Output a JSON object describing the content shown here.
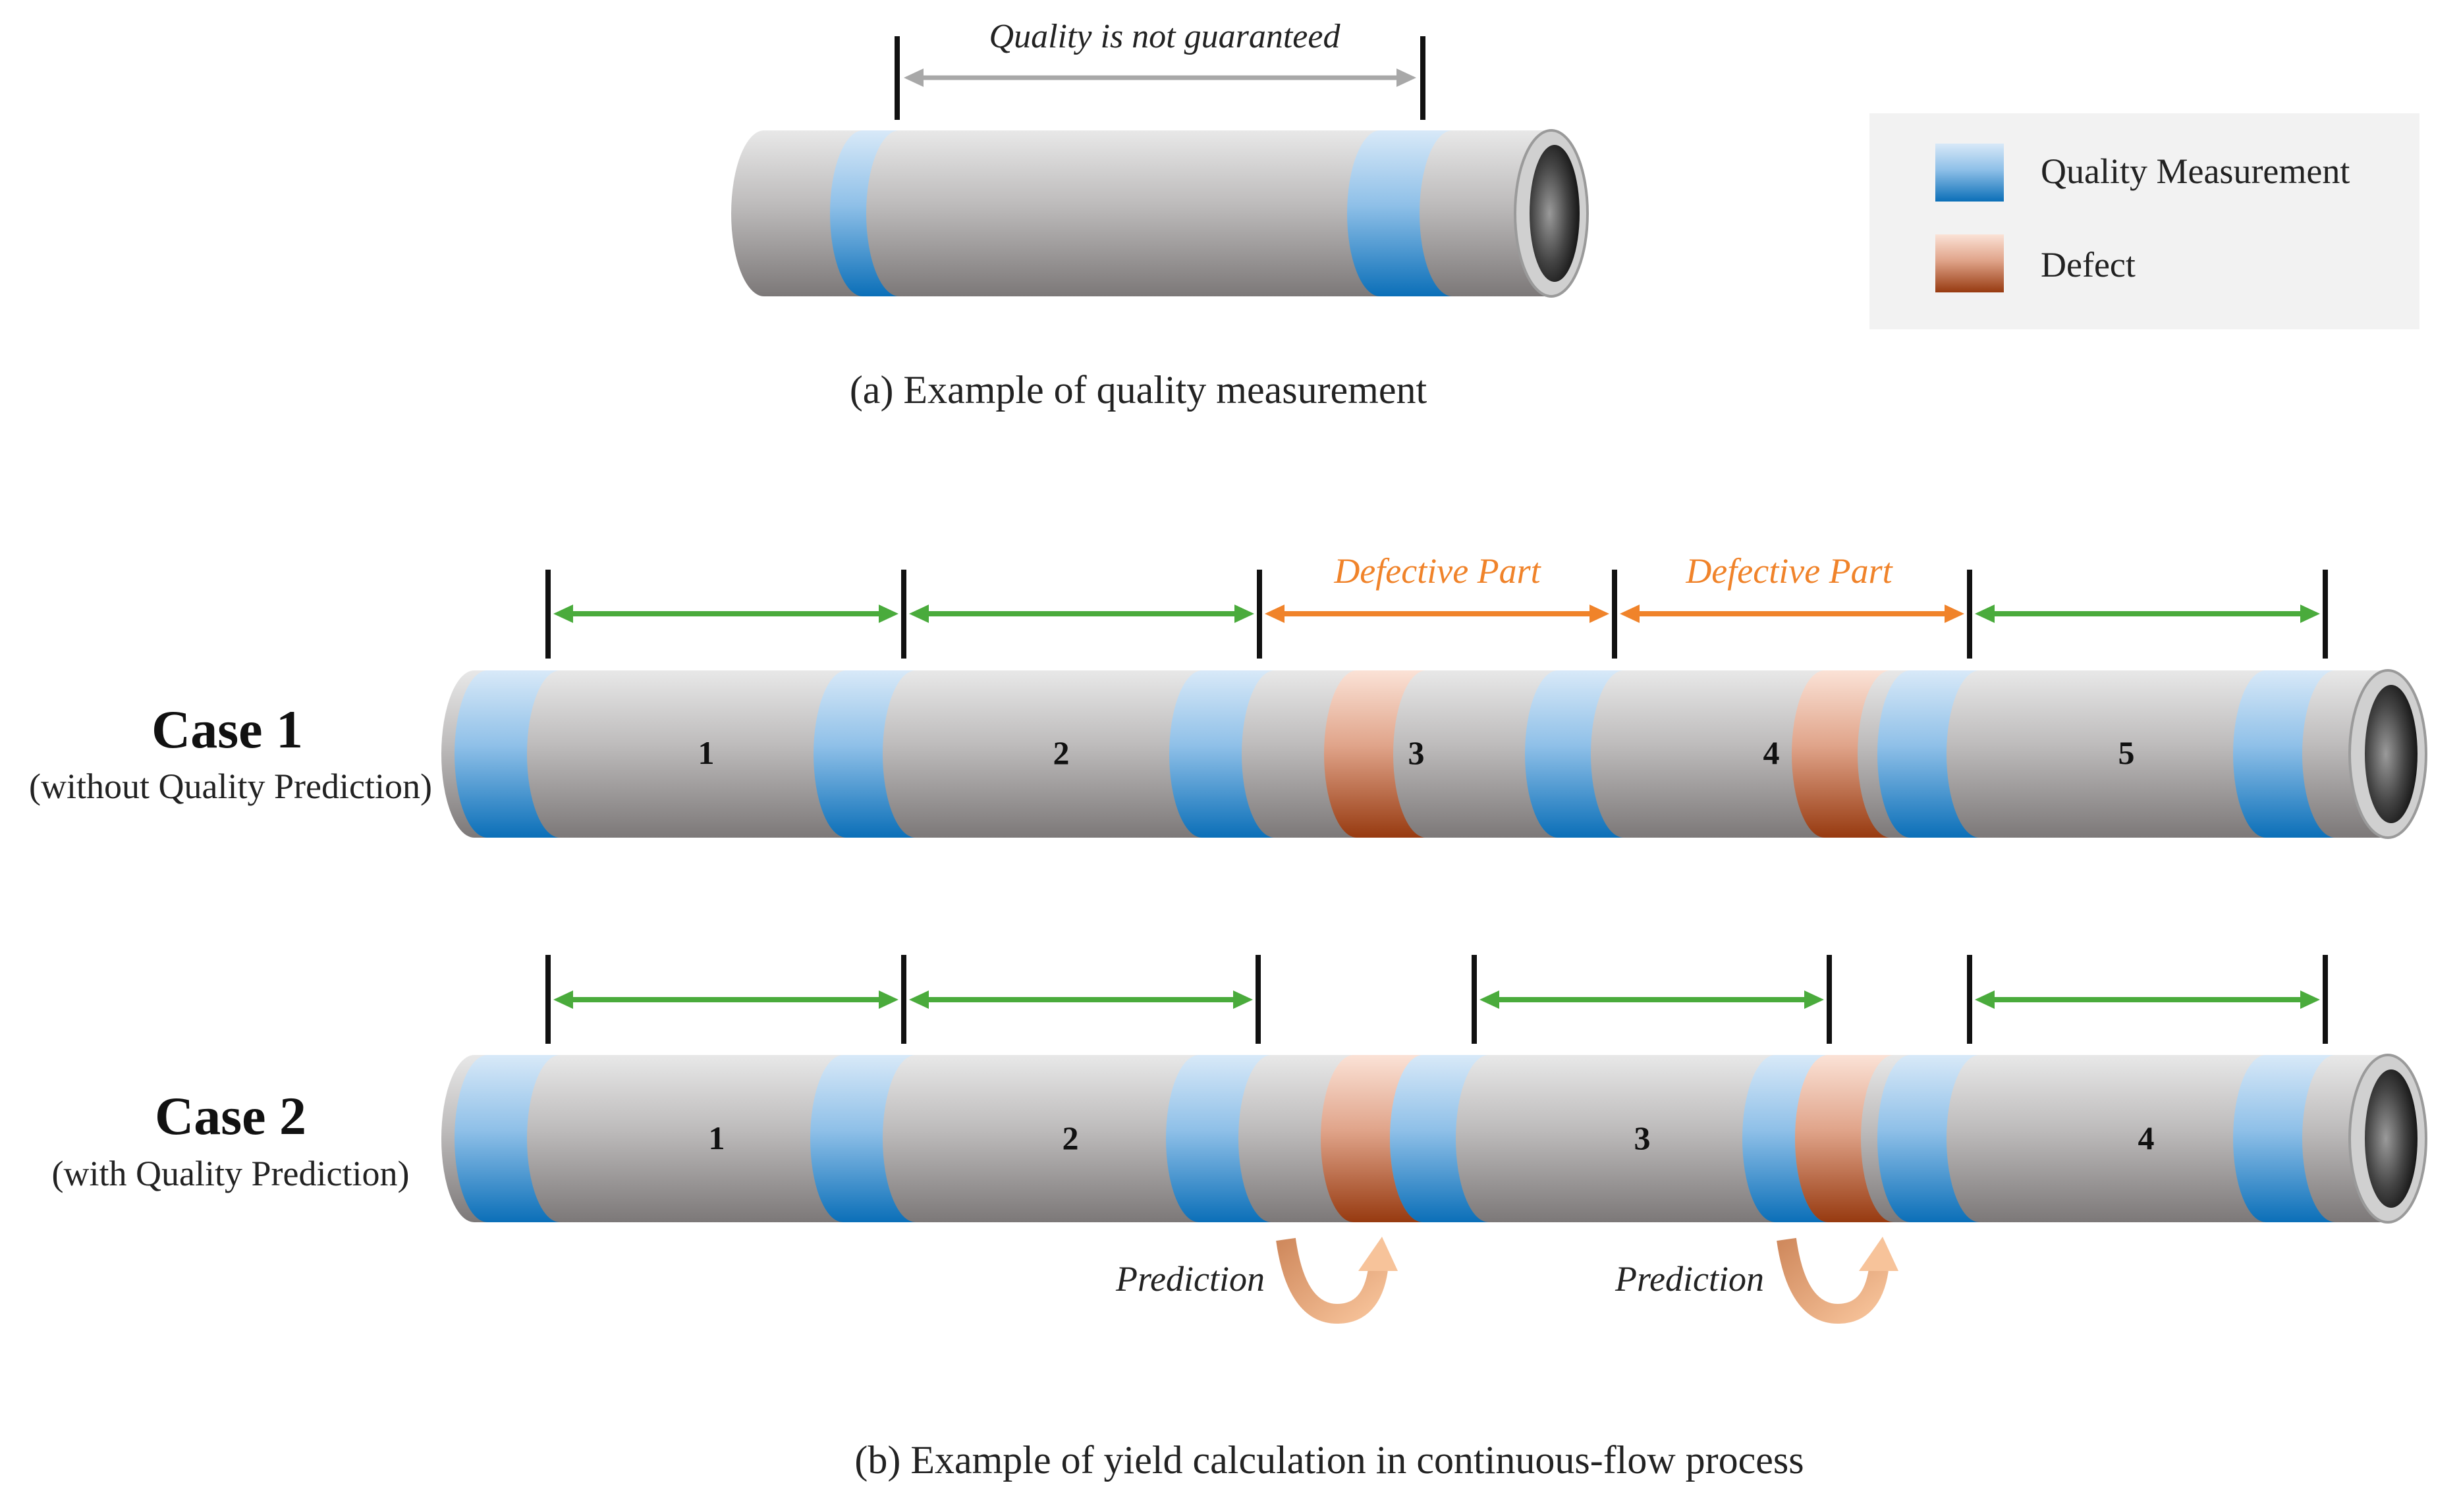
{
  "panel_a": {
    "annotation": "Quality is not guaranteed",
    "caption": "(a) Example of quality measurement"
  },
  "legend": {
    "items": [
      {
        "label": "Quality Measurement",
        "swatch": "quality-measurement"
      },
      {
        "label": "Defect",
        "swatch": "defect"
      }
    ]
  },
  "case1": {
    "title": "Case 1",
    "subtitle": "(without Quality Prediction)",
    "segments": [
      {
        "label": "1",
        "status": "good"
      },
      {
        "label": "2",
        "status": "good"
      },
      {
        "label": "3",
        "status": "defective",
        "annotation": "Defective Part"
      },
      {
        "label": "4",
        "status": "defective",
        "annotation": "Defective Part"
      },
      {
        "label": "5",
        "status": "good"
      }
    ]
  },
  "case2": {
    "title": "Case 2",
    "subtitle": "(with Quality Prediction)",
    "segments": [
      {
        "label": "1"
      },
      {
        "label": "2"
      },
      {
        "label": "3"
      },
      {
        "label": "4"
      }
    ],
    "prediction_labels": [
      "Prediction",
      "Prediction"
    ]
  },
  "panel_b": {
    "caption": "(b) Example of yield calculation in continuous-flow process"
  },
  "colors": {
    "good_arrow": "#4aab3c",
    "defect_arrow": "#f0832a",
    "defect_label": "#f0832a",
    "legend_bg": "#f2f2f2",
    "prediction_arrow": "#e8a070"
  }
}
